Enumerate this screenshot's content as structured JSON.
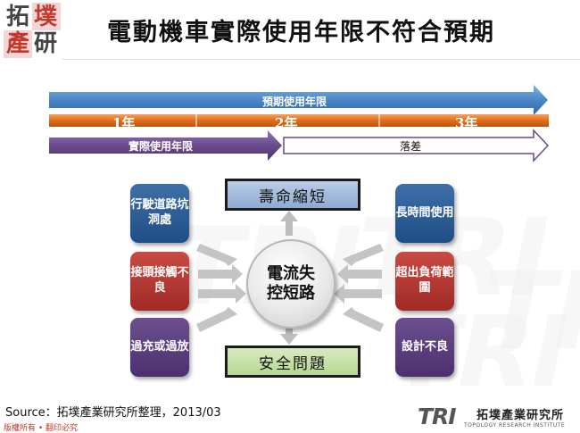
{
  "logo": {
    "chars": [
      "拓",
      "墣",
      "產",
      "研"
    ]
  },
  "header": {
    "title": "電動機車實際使用年限不符合預期"
  },
  "timeline": {
    "expected_label": "預期使用年限",
    "years": [
      "1年",
      "2年",
      "3年"
    ],
    "actual_label": "實際使用年限",
    "gap_label": "落差"
  },
  "causes": {
    "left": [
      "行駛道路坑洞處",
      "接頭接觸不良",
      "過充或過放"
    ],
    "right": [
      "長時間使用",
      "超出負荷範圍",
      "設計不良"
    ]
  },
  "effects": {
    "top": "壽命縮短",
    "bottom": "安全問題"
  },
  "center": {
    "line1": "電流失",
    "line2": "控短路"
  },
  "footer": {
    "source": "Source：拓墣產業研究所整理，2013/03",
    "copyright": "版權所有 • 翻印必究",
    "org_name": "拓墣產業研究所",
    "org_en": "TOPOLOGY RESEARCH INSTITUTE",
    "org_short": "TRI"
  },
  "colors": {
    "expected_bar": "#4a86c8",
    "year_bar": "#e06c1a",
    "actual_bar": "#6a4a8c",
    "effect_top": "#9ab3d6",
    "effect_bottom": "#c5dea3",
    "cause_blue": "#2a5a92",
    "cause_red": "#b0332d",
    "cause_purple": "#573b7b"
  }
}
